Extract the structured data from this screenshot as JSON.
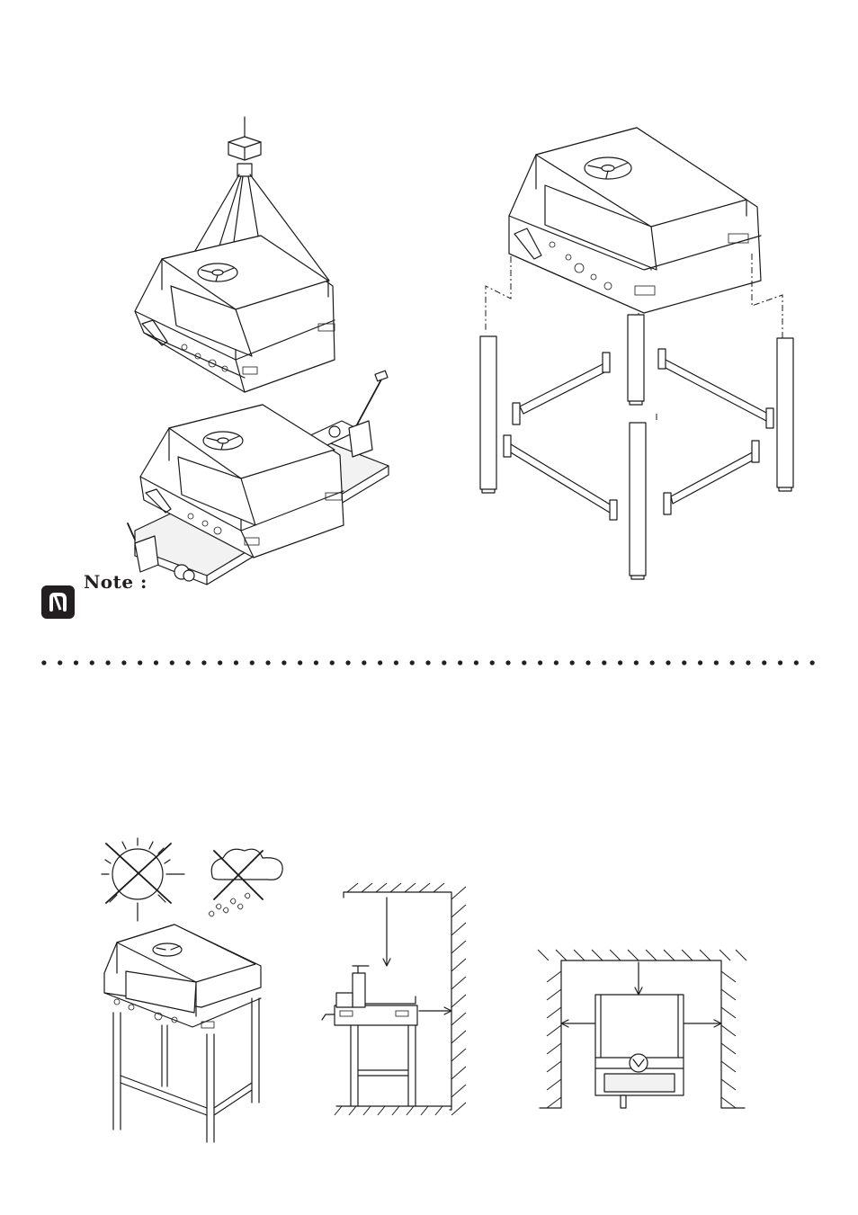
{
  "note": {
    "label": "Note :",
    "icon": "note-icon"
  },
  "illustrations": [
    "crane-lifting-illustration",
    "pallet-jack-illustration",
    "stand-assembly-illustration",
    "no-sun-no-rain-illustration",
    "wall-clearance-side-illustration",
    "wall-clearance-top-illustration"
  ],
  "colors": {
    "ink": "#231f20",
    "paper": "#ffffff"
  }
}
